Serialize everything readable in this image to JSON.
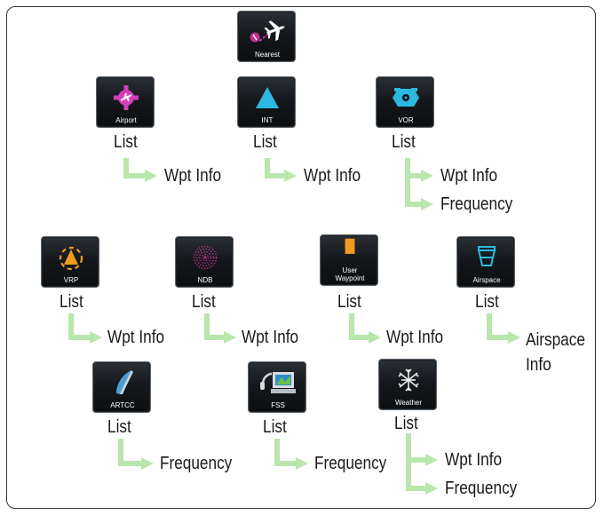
{
  "nearest": {
    "label": "Nearest",
    "icon": "airplane-waypoint-icon"
  },
  "colors": {
    "connector": "#b8e6ac",
    "magenta": "#c0338c",
    "cyan": "#25b6e0",
    "orange": "#f29a1e",
    "pink": "#d23fb8"
  },
  "items": {
    "airport": {
      "button": "Airport",
      "icon": "airport-icon",
      "list": "List",
      "sub": [
        "Wpt Info"
      ]
    },
    "int": {
      "button": "INT",
      "icon": "intersection-icon",
      "list": "List",
      "sub": [
        "Wpt Info"
      ]
    },
    "vor": {
      "button": "VOR",
      "icon": "vor-icon",
      "list": "List",
      "sub": [
        "Wpt Info",
        "Frequency"
      ]
    },
    "vrp": {
      "button": "VRP",
      "icon": "vrp-icon",
      "list": "List",
      "sub": [
        "Wpt Info"
      ]
    },
    "ndb": {
      "button": "NDB",
      "icon": "ndb-icon",
      "list": "List",
      "sub": [
        "Wpt Info"
      ]
    },
    "user": {
      "button": "User\nWaypoint",
      "icon": "user-waypoint-icon",
      "list": "List",
      "sub": [
        "Wpt Info"
      ]
    },
    "airspace": {
      "button": "Airspace",
      "icon": "airspace-icon",
      "list": "List",
      "sub": [
        "Airspace\nInfo"
      ]
    },
    "artcc": {
      "button": "ARTCC",
      "icon": "artcc-icon",
      "list": "List",
      "sub": [
        "Frequency"
      ]
    },
    "fss": {
      "button": "FSS",
      "icon": "fss-icon",
      "list": "List",
      "sub": [
        "Frequency"
      ]
    },
    "weather": {
      "button": "Weather",
      "icon": "weather-icon",
      "list": "List",
      "sub": [
        "Wpt Info",
        "Frequency"
      ]
    }
  }
}
